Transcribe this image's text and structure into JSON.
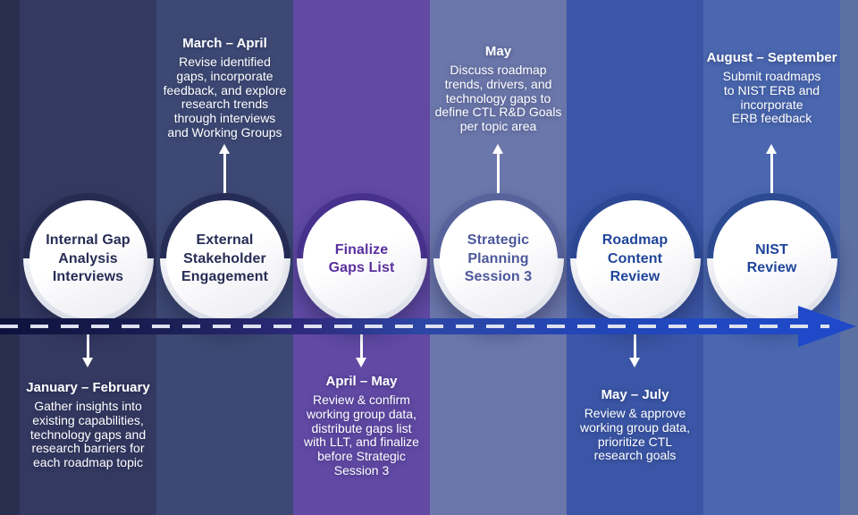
{
  "edges": {
    "left_strip_color": "#2a2e4f",
    "right_strip_color": "#5d70a2"
  },
  "band": {
    "gradient_stops": [
      "#0d123c 0%",
      "#1b2057 22%",
      "#2e2b7e 38%",
      "#2c47a5 52%",
      "#2346b6 72%",
      "#2049c6 95%"
    ],
    "dash_color": "#dde1f0",
    "arrowhead_color": "#1f49c8",
    "text_color": "#ffffff"
  },
  "milestones": [
    {
      "label": "Internal Gap\nAnalysis\nInterviews",
      "period": "January – February",
      "description": "Gather insights into\nexisting capabilities,\ntechnology gaps and\nresearch barriers for\neach roadmap topic",
      "detail_side": "below",
      "colors": {
        "column_bg": "#343961",
        "ring": "#262b50",
        "label_text": "#272d55"
      }
    },
    {
      "label": "External\nStakeholder\nEngagement",
      "period": "March – April",
      "description": "Revise identified\ngaps, incorporate\nfeedback, and explore\nresearch trends\nthrough interviews\nand Working Groups",
      "detail_side": "above",
      "colors": {
        "column_bg": "#3d4974",
        "ring": "#252c55",
        "label_text": "#272d55"
      }
    },
    {
      "label": "Finalize\nGaps List",
      "period": "April – May",
      "description": "Review & confirm\nworking group data,\ndistribute gaps list\nwith LLT, and finalize\nbefore Strategic\nSession 3",
      "detail_side": "below",
      "colors": {
        "column_bg": "#6149a4",
        "ring": "#47318c",
        "label_text": "#5a2f9f"
      }
    },
    {
      "label": "Strategic\nPlanning\nSession 3",
      "period": "May",
      "description": "Discuss roadmap\ntrends, drivers, and\ntechnology gaps to\ndefine CTL R&D Goals\nper topic area",
      "detail_side": "above",
      "colors": {
        "column_bg": "#6b76aa",
        "ring": "#58639c",
        "label_text": "#4c589a"
      }
    },
    {
      "label": "Roadmap\nContent\nReview",
      "period": "May – July",
      "description": "Review & approve\nworking group data,\nprioritize CTL\nresearch goals",
      "detail_side": "below",
      "colors": {
        "column_bg": "#3b56a6",
        "ring": "#2c4894",
        "label_text": "#20459a"
      }
    },
    {
      "label": "NIST\nReview",
      "period": "August – September",
      "description": "Submit roadmaps\nto NIST ERB and\nincorporate\nERB feedback",
      "detail_side": "above",
      "colors": {
        "column_bg": "#4a67af",
        "ring": "#2c4a92",
        "label_text": "#20459a"
      }
    }
  ]
}
